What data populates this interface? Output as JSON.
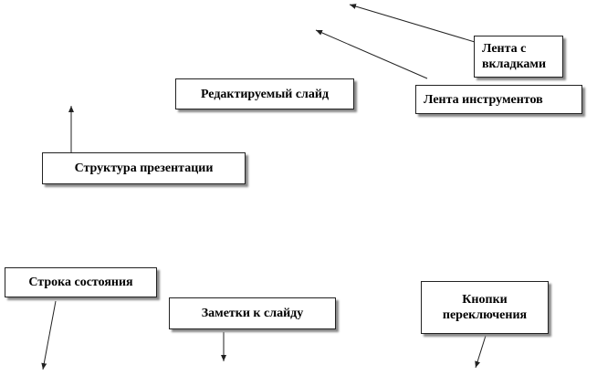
{
  "labels": {
    "tabs_ribbon": "Лента с вкладками",
    "tools_ribbon": "Лента инструментов",
    "edited_slide": "Редактируемый слайд",
    "presentation_structure": "Структура презентации",
    "status_bar": "Строка состояния",
    "slide_notes": "Заметки к слайду",
    "toggle_buttons": "Кнопки переключения"
  },
  "colors": {
    "line": "#222222",
    "shadow": "#8a8a8a"
  }
}
